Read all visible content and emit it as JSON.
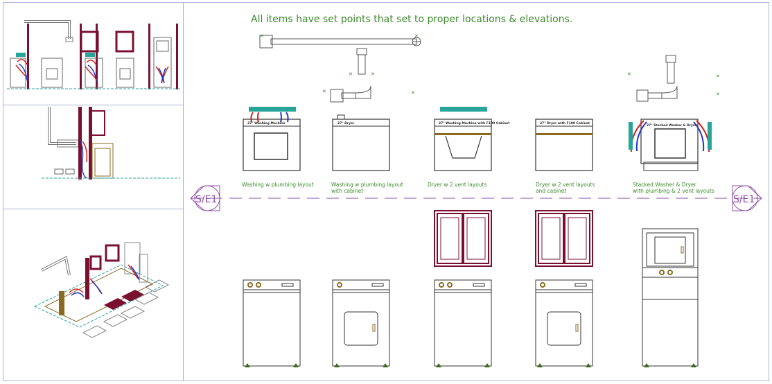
{
  "drawing": {
    "note": "All items have set points that set to proper locations & elevations.",
    "section_tag_left": "S/E1",
    "section_tag_right": "S/E1"
  },
  "plan_labels": [
    {
      "line1": "Washing w plumbing layout",
      "line2": ""
    },
    {
      "line1": "Washing w plumbing layout",
      "line2": "with cabinet"
    },
    {
      "line1": "Dryer w 2 vent layouts",
      "line2": ""
    },
    {
      "line1": "Dryer w 2 vent layouts",
      "line2": "and cabinet"
    },
    {
      "line1": "Stacked Washer & Dryer",
      "line2": "with plumbing & 2 vent layouts"
    }
  ],
  "unit_titles": [
    "27\" Washing Machine",
    "27\" Dryer",
    "27\" Washing Machine with F100 Cabinet",
    "27\" Dryer with F100 Cabinet",
    "27\" Stacked Washer & Dryer"
  ],
  "colors": {
    "pane_border": "#a9b3d6",
    "text_green": "#3b8a2a",
    "section_purple": "#8e4fa8",
    "cabinet": "#7a1030",
    "pipe_red": "#d21f1f",
    "pipe_blue": "#1f35c8",
    "valve_teal": "#27a59b"
  }
}
